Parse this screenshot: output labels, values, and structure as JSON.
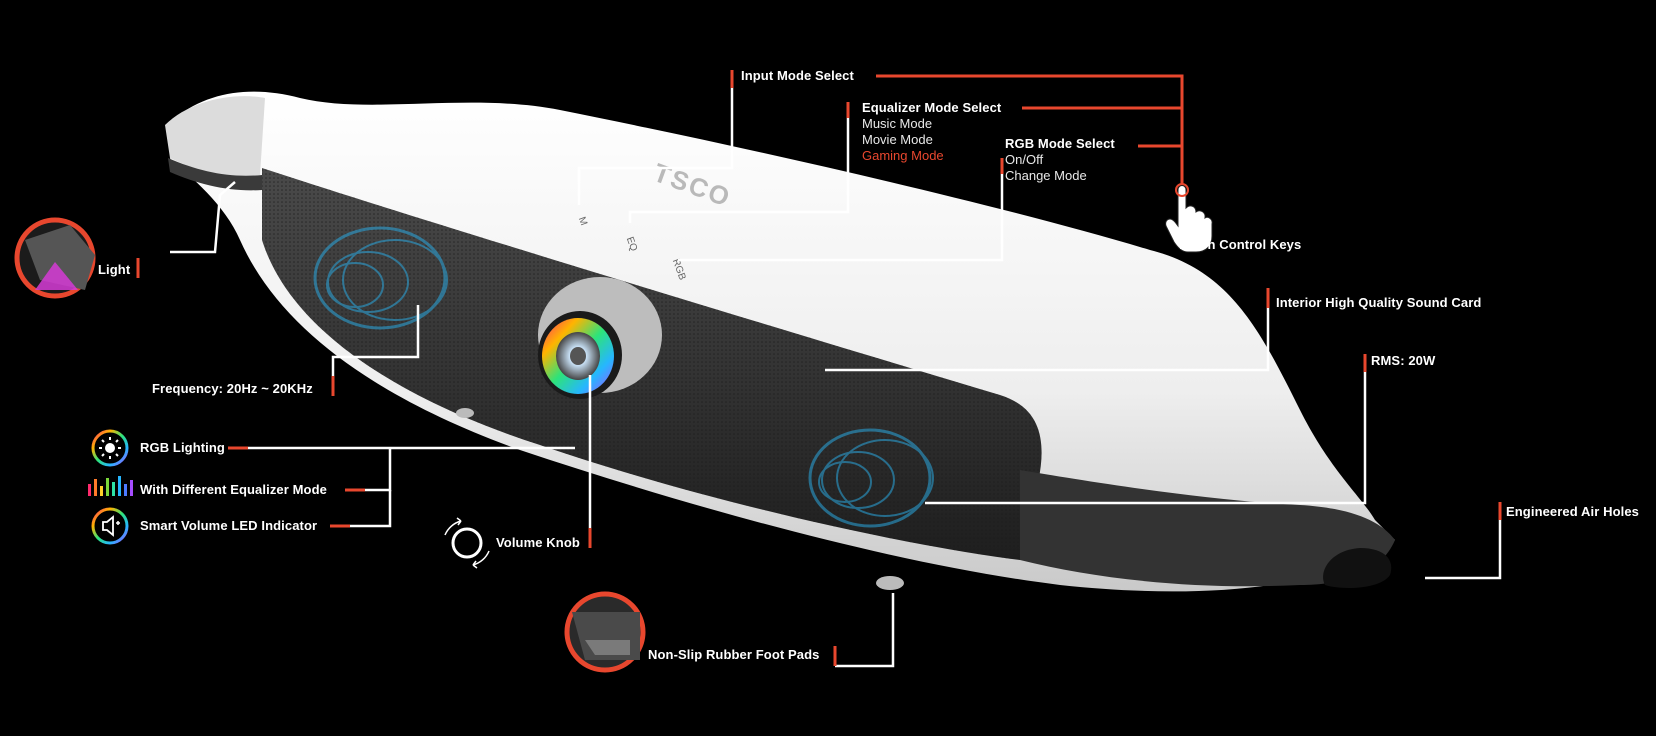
{
  "colors": {
    "background": "#000000",
    "leader_line": "#ffffff",
    "accent": "#e8472e",
    "glow": "#2aa8e0",
    "body_white": "#f2f2f2",
    "grille": "#2e2e2e"
  },
  "brand": "TSCO",
  "panel_buttons": {
    "input": "M",
    "eq": "EQ",
    "rgb": "RGB"
  },
  "callouts": {
    "input_mode": "Input Mode Select",
    "eq_mode": {
      "title": "Equalizer Mode Select",
      "options": [
        "Music Mode",
        "Movie Mode",
        "Gaming Mode"
      ]
    },
    "rgb_mode": {
      "title": "RGB Mode Select",
      "options": [
        "On/Off",
        "Change Mode"
      ]
    },
    "touch_keys": "Touch Control Keys",
    "light": "Light",
    "frequency": "Frequency: 20Hz ~ 20KHz",
    "sound_card": "Interior High Quality Sound Card",
    "rms": "RMS: 20W",
    "rgb_lighting": "RGB Lighting",
    "equalizer": "With Different  Equalizer Mode",
    "volume_led": "Smart Volume LED Indicator",
    "volume_knob": "Volume Knob",
    "air_holes": "Engineered Air Holes",
    "foot_pads": "Non-Slip Rubber Foot Pads"
  }
}
